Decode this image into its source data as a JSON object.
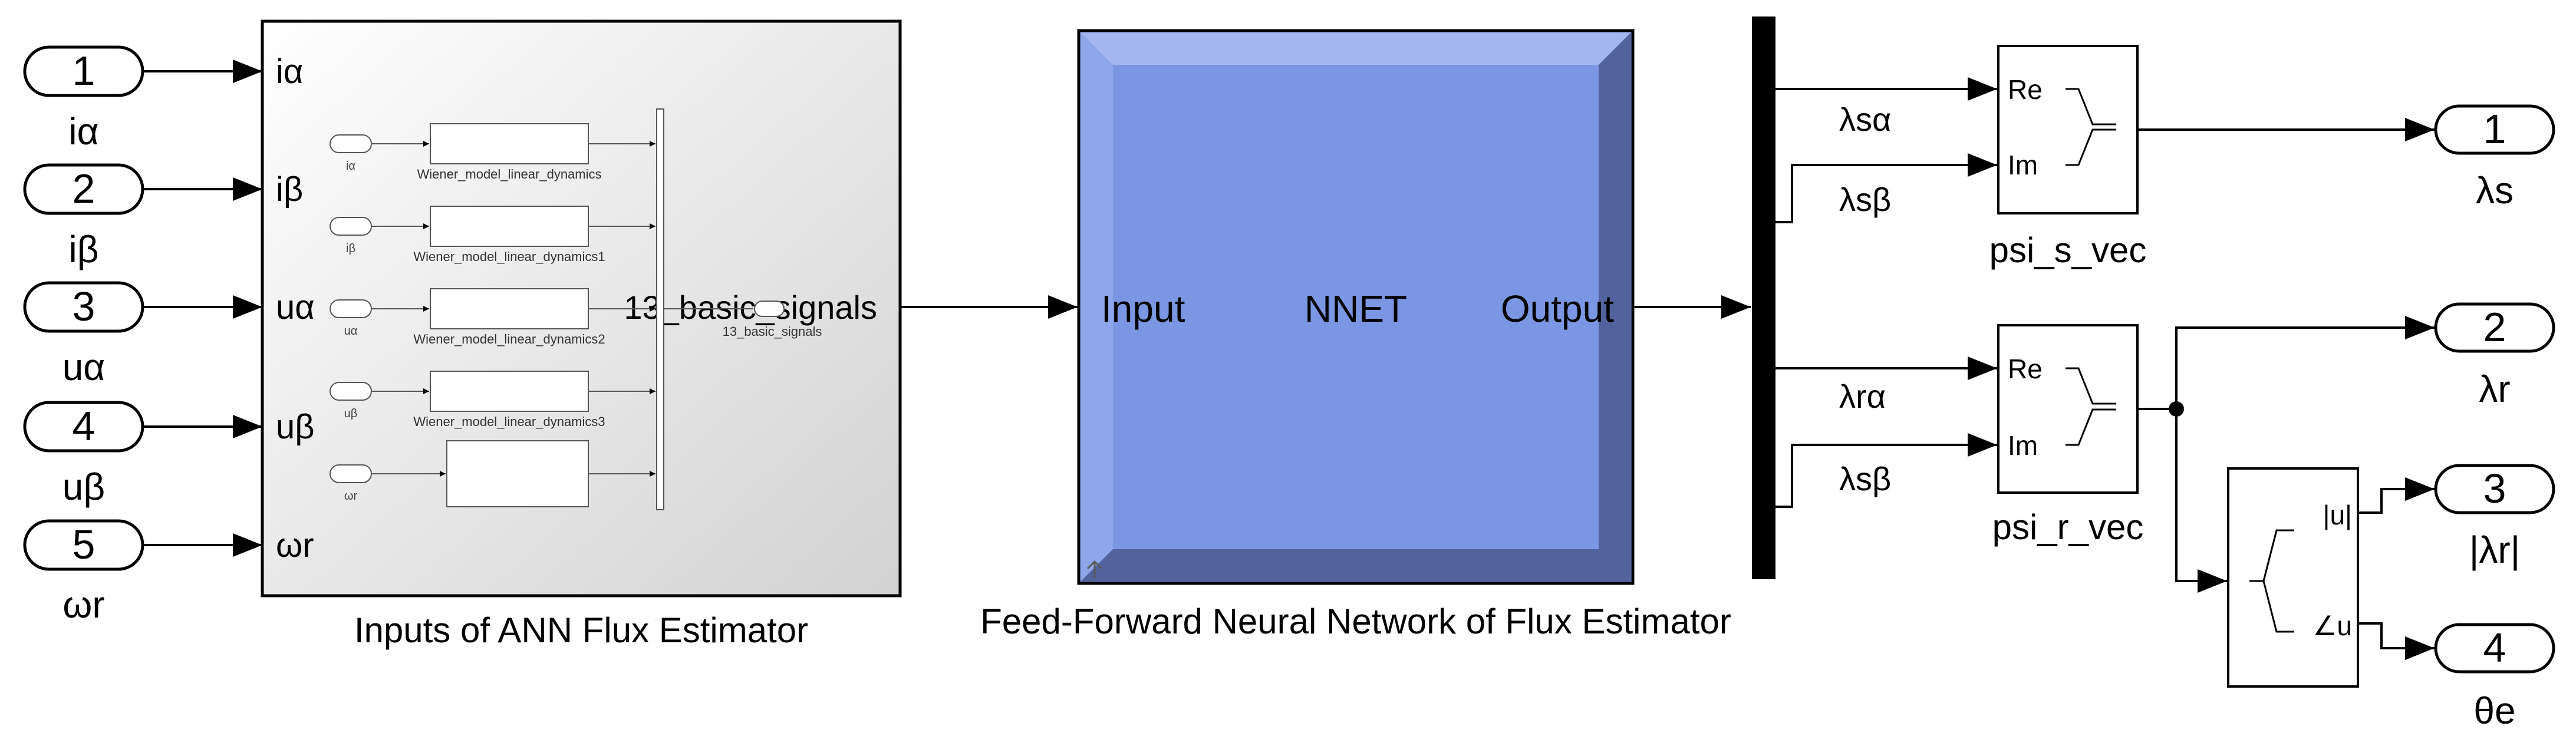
{
  "inports": [
    {
      "number": "1",
      "name": "iα",
      "port_label": "iα"
    },
    {
      "number": "2",
      "name": "iβ",
      "port_label": "iβ"
    },
    {
      "number": "3",
      "name": "uα",
      "port_label": "uα"
    },
    {
      "number": "4",
      "name": "uβ",
      "port_label": "uβ"
    },
    {
      "number": "5",
      "name": "ωr",
      "port_label": "ωr"
    }
  ],
  "subsystem": {
    "caption": "Inputs of ANN Flux Estimator",
    "output_label": "13_basic_signals",
    "inner": {
      "rows": [
        {
          "port": "iα",
          "block": "Wiener_model_linear_dynamics"
        },
        {
          "port": "iβ",
          "block": "Wiener_model_linear_dynamics1"
        },
        {
          "port": "uα",
          "block": "Wiener_model_linear_dynamics2"
        },
        {
          "port": "uβ",
          "block": "Wiener_model_linear_dynamics3"
        },
        {
          "port": "ωr",
          "block": ""
        }
      ],
      "out_label": "13_basic_signals"
    }
  },
  "nnet": {
    "caption": "Feed-Forward Neural Network of Flux Estimator",
    "input_label": "Input",
    "name": "NNET",
    "output_label": "Output"
  },
  "signals": [
    "λsα",
    "λsβ",
    "λrα",
    "λsβ"
  ],
  "complex_blocks": [
    {
      "caption": "psi_s_vec",
      "re": "Re",
      "im": "Im"
    },
    {
      "caption": "psi_r_vec",
      "re": "Re",
      "im": "Im"
    }
  ],
  "abs_angle": {
    "abs_label": "|u|",
    "angle_label": "∠u"
  },
  "outports": [
    {
      "number": "1",
      "name": "λs"
    },
    {
      "number": "2",
      "name": "λr"
    },
    {
      "number": "3",
      "name": "|λr|"
    },
    {
      "number": "4",
      "name": "θe"
    }
  ],
  "colors": {
    "nnet_fill": "#7b96e2",
    "nnet_bevel_light": "#a3b6ee",
    "nnet_bevel_dark": "#52629c",
    "line": "#000000"
  }
}
